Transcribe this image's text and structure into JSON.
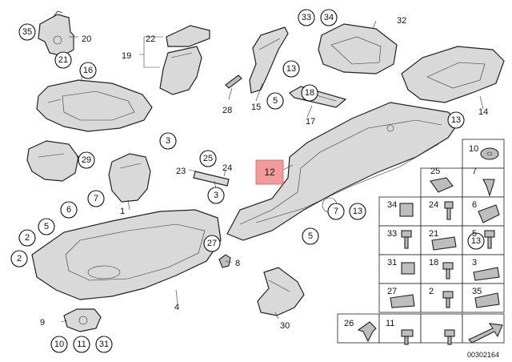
{
  "diagram_id": "00302164",
  "highlighted_part": "12",
  "circled_callouts": [
    "35",
    "21",
    "16",
    "29",
    "2",
    "3",
    "7",
    "5",
    "6",
    "2",
    "13",
    "13",
    "5",
    "7",
    "13",
    "5",
    "13",
    "33",
    "34",
    "18",
    "27",
    "25",
    "3",
    "10",
    "11",
    "31"
  ],
  "plain_labels": [
    "20",
    "22",
    "19",
    "28",
    "15",
    "32",
    "17",
    "14",
    "1",
    "23",
    "24",
    "4",
    "8",
    "30",
    "9",
    "12"
  ],
  "grid_labels": [
    "10",
    "25",
    "7",
    "34",
    "24",
    "6",
    "33",
    "21",
    "5",
    "31",
    "18",
    "3",
    "27",
    "2",
    "35",
    "26",
    "11"
  ],
  "colors": {
    "highlight": "#f29b9b",
    "line": "#222222",
    "fill": "#d9d9d9"
  }
}
